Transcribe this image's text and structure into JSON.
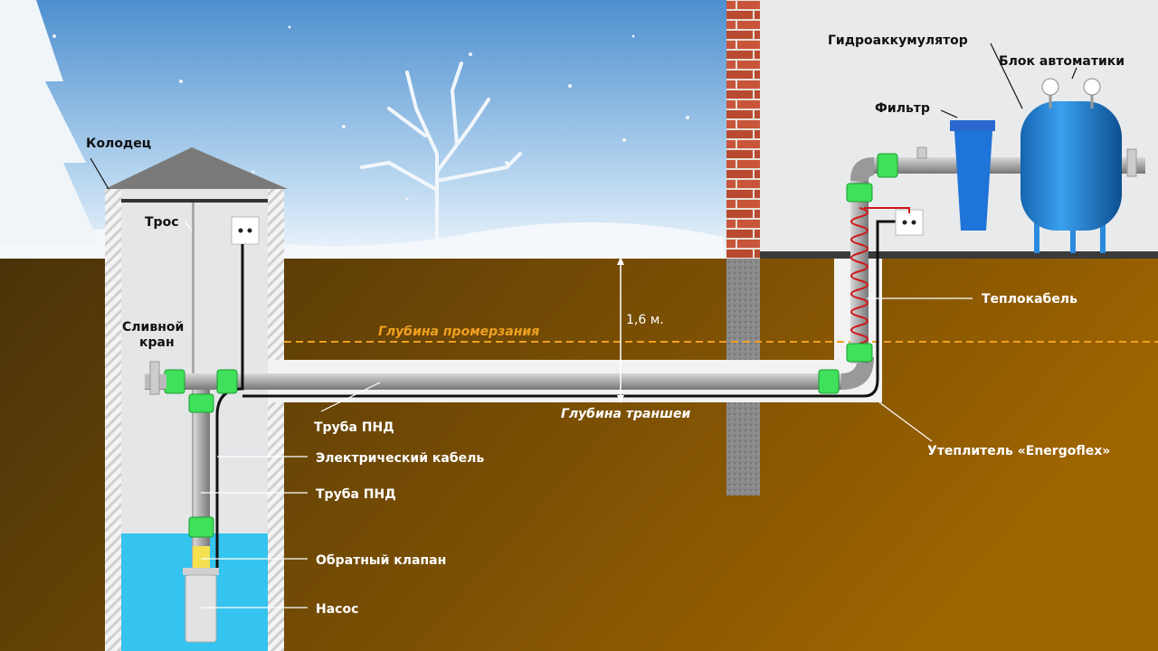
{
  "labels": {
    "well": "Колодец",
    "rope": "Трос",
    "drain_valve_line1": "Сливной",
    "drain_valve_line2": "кран",
    "freeze_depth": "Глубина промерзания",
    "depth_value": "1,6 м.",
    "pipe_hdpe_1": "Труба ПНД",
    "trench_depth": "Глубина траншеи",
    "electric_cable": "Электрический кабель",
    "pipe_hdpe_2": "Труба ПНД",
    "check_valve": "Обратный клапан",
    "pump": "Насос",
    "accumulator": "Гидроаккумулятор",
    "automation_block": "Блок автоматики",
    "filter": "Фильтр",
    "heating_cable": "Теплокабель",
    "insulation": "Утеплитель «Energoflex»"
  },
  "colors": {
    "sky_top": "#5b9fd8",
    "sky_bottom": "#e8f2fb",
    "ground_left": "#4a3309",
    "ground_right": "#9a6200",
    "water": "#35c3ef",
    "fitting": "#3fe05a",
    "freeze_line": "#f0a020",
    "accumulator": "#1e88d8",
    "brick": "#c8553a"
  }
}
